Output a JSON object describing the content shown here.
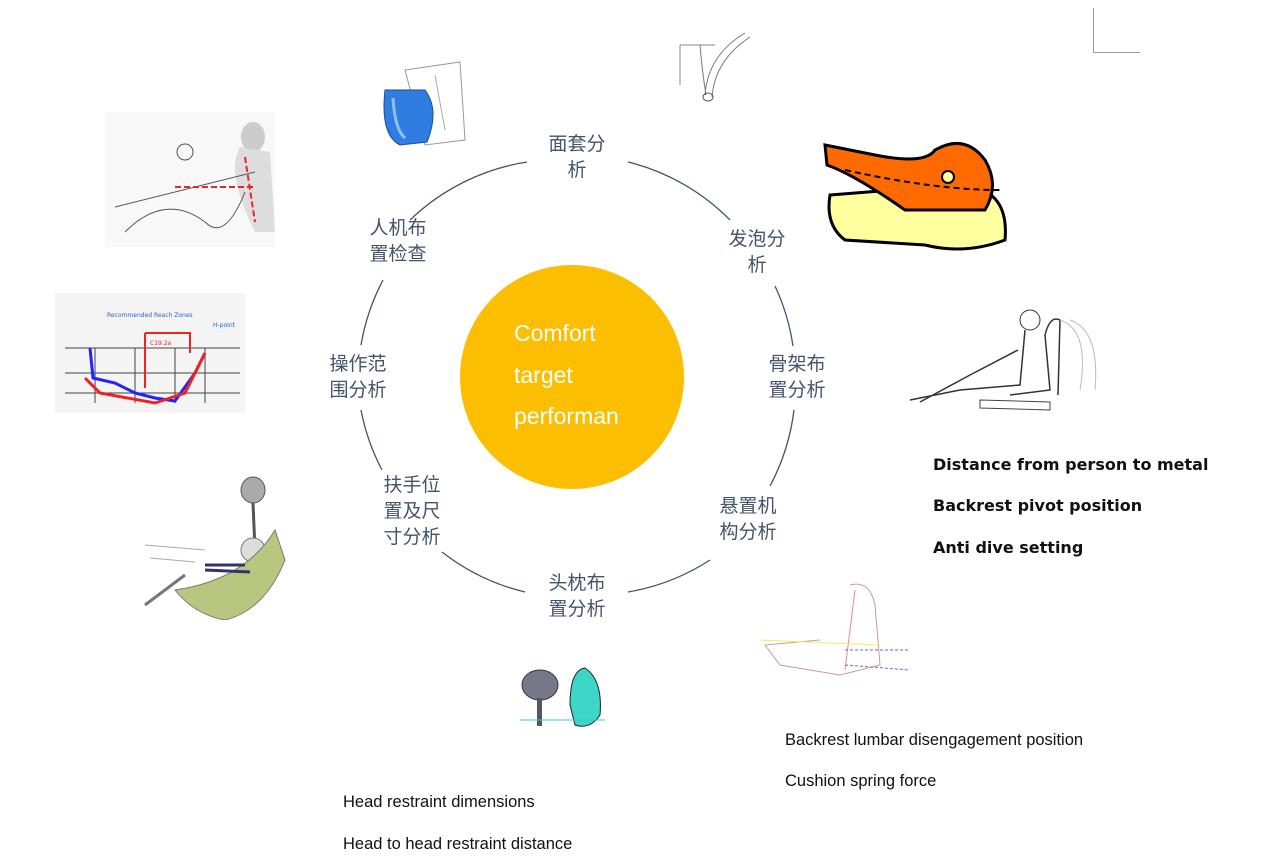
{
  "center": {
    "lines": [
      "Comfort",
      "target",
      "performan"
    ],
    "color": "#fbbe00"
  },
  "ring_labels": [
    {
      "lines": [
        "面套分",
        "析"
      ]
    },
    {
      "lines": [
        "发泡分",
        "析"
      ]
    },
    {
      "lines": [
        "骨架布",
        "置分析"
      ]
    },
    {
      "lines": [
        "悬置机",
        "构分析"
      ]
    },
    {
      "lines": [
        "头枕布",
        "置分析"
      ]
    },
    {
      "lines": [
        "扶手位",
        "置及尺",
        "寸分析"
      ]
    },
    {
      "lines": [
        "操作范",
        "围分析"
      ]
    },
    {
      "lines": [
        "人机布",
        "置检查"
      ]
    }
  ],
  "notes": {
    "frame": [
      "Distance from person to metal",
      "Backrest pivot position",
      "Anti dive setting"
    ],
    "suspension": [
      "Backrest lumbar disengagement position",
      "Cushion spring force"
    ],
    "headrest": [
      "Head restraint dimensions",
      "Head to head restraint distance"
    ]
  },
  "images": {
    "reach": {
      "labels": [
        "Recommended Reach Zones",
        "H-point",
        "C19.2a"
      ]
    }
  }
}
